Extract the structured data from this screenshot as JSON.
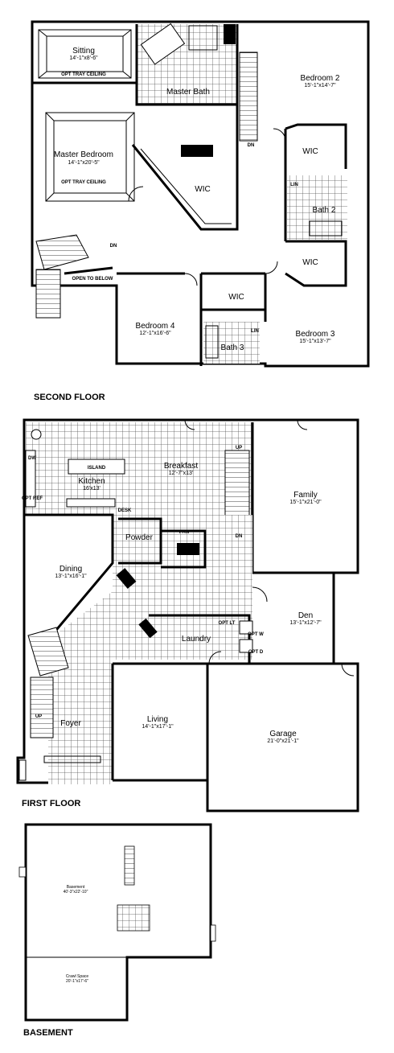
{
  "floors": {
    "second": {
      "title": "SECOND FLOOR",
      "rooms": {
        "sitting": {
          "name": "Sitting",
          "dim": "14'-1\"x8'-6\""
        },
        "opt_tray_1": {
          "name": "OPT TRAY CEILING"
        },
        "master_bedroom": {
          "name": "Master Bedroom",
          "dim": "14'-1\"x20'-5\""
        },
        "opt_tray_2": {
          "name": "OPT TRAY CEILING"
        },
        "master_bath": {
          "name": "Master Bath"
        },
        "wic_master": {
          "name": "WIC"
        },
        "bedroom2": {
          "name": "Bedroom 2",
          "dim": "15'-1\"x14'-7\""
        },
        "wic_b2": {
          "name": "WIC"
        },
        "bath2": {
          "name": "Bath 2"
        },
        "wic_b3": {
          "name": "WIC"
        },
        "open_below": {
          "name": "OPEN TO BELOW"
        },
        "bedroom4": {
          "name": "Bedroom 4",
          "dim": "12'-1\"x16'-6\""
        },
        "wic_b4": {
          "name": "WIC"
        },
        "bath3": {
          "name": "Bath 3"
        },
        "bedroom3": {
          "name": "Bedroom 3",
          "dim": "15'-1\"x13'-7\""
        }
      },
      "notes": {
        "dn1": "DN",
        "dn2": "DN",
        "lin1": "LIN",
        "lin2": "LIN"
      }
    },
    "first": {
      "title": "FIRST FLOOR",
      "rooms": {
        "island": {
          "name": "ISLAND"
        },
        "kitchen": {
          "name": "Kitchen",
          "dim": "16'x13'"
        },
        "breakfast": {
          "name": "Breakfast",
          "dim": "12'-7\"x13'"
        },
        "family": {
          "name": "Family",
          "dim": "15'-1\"x21'-0\""
        },
        "powder": {
          "name": "Powder"
        },
        "pan": {
          "name": "PAN"
        },
        "dining": {
          "name": "Dining",
          "dim": "13'-1\"x16'-1\""
        },
        "den": {
          "name": "Den",
          "dim": "13'-1\"x12'-7\""
        },
        "laundry": {
          "name": "Laundry"
        },
        "foyer": {
          "name": "Foyer"
        },
        "living": {
          "name": "Living",
          "dim": "14'-1\"x17'-1\""
        },
        "garage": {
          "name": "Garage",
          "dim": "21'-0\"x21'-1\""
        }
      },
      "notes": {
        "dw": "DW",
        "opt_ref": "OPT REF",
        "desk": "DESK",
        "up1": "UP",
        "up2": "UP",
        "dn": "DN",
        "opt_lt": "OPT LT",
        "opt_w": "OPT W",
        "opt_d": "OPT D"
      }
    },
    "basement": {
      "title": "BASEMENT",
      "rooms": {
        "basement": {
          "name": "Basement",
          "dim": "40'-3\"x22'-10\""
        },
        "crawl": {
          "name": "Crawl Space",
          "dim": "20'-1\"x17'-6\""
        }
      }
    }
  }
}
